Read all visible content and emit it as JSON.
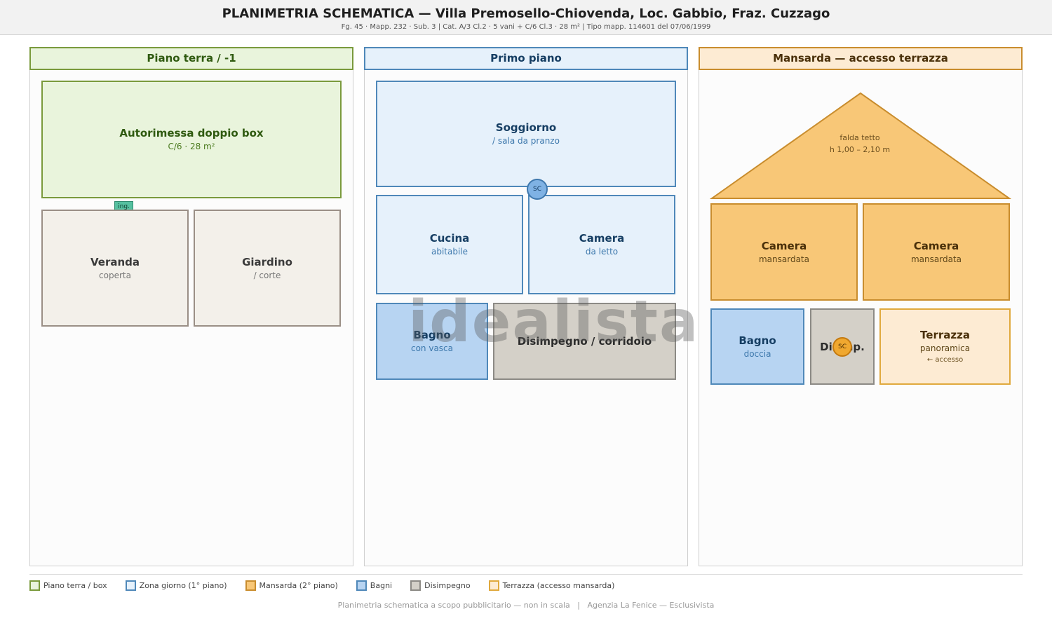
{
  "header": {
    "title": "PLANIMETRIA SCHEMATICA — Villa Premosello-Chiovenda, Loc. Gabbio, Fraz. Cuzzago",
    "subtitle": "Fg. 45 · Mapp. 232 · Sub. 3  |  Cat. A/3 Cl.2 · 5 vani + C/6 Cl.3 · 28 m²  |  Tipo mapp. 114601 del 07/06/1999"
  },
  "panels": {
    "ground": {
      "title": "Piano terra / -1",
      "garage": {
        "name": "Autorimessa doppio box",
        "sub": "C/6 · 28 m²"
      },
      "entrance": "ing.",
      "veranda": {
        "name": "Veranda",
        "sub": "coperta"
      },
      "garden": {
        "name": "Giardino",
        "sub": "/ corte"
      }
    },
    "first": {
      "title": "Primo piano",
      "living": {
        "name": "Soggiorno",
        "sub": "/ sala da pranzo"
      },
      "stairs": "SC",
      "kitchen": {
        "name": "Cucina",
        "sub": "abitabile"
      },
      "bedroom": {
        "name": "Camera",
        "sub": "da letto"
      },
      "bath": {
        "name": "Bagno",
        "sub": "con vasca"
      },
      "hall": {
        "name": "Disimpegno / corridoio"
      }
    },
    "attic": {
      "title": "Mansarda — accesso terrazza",
      "roof": {
        "label": "falda tetto",
        "height": "h 1,00 – 2,10 m"
      },
      "room1": {
        "name": "Camera",
        "sub": "mansardata"
      },
      "room2": {
        "name": "Camera",
        "sub": "mansardata"
      },
      "bath": {
        "name": "Bagno",
        "sub": "doccia"
      },
      "hall": {
        "name": "Disimp."
      },
      "stairs": "SC",
      "terrace": {
        "name": "Terrazza",
        "sub": "panoramica",
        "note": "← accesso"
      }
    }
  },
  "legend": [
    {
      "label": "Piano terra / box",
      "fill": "#e9f4dc",
      "border": "#7a9a3c"
    },
    {
      "label": "Zona giorno (1° piano)",
      "fill": "#e6f1fb",
      "border": "#4f88b9"
    },
    {
      "label": "Mansarda (2° piano)",
      "fill": "#f8c777",
      "border": "#c98d2e"
    },
    {
      "label": "Bagni",
      "fill": "#b7d4f2",
      "border": "#4f88b9"
    },
    {
      "label": "Disimpegno",
      "fill": "#d4d0c8",
      "border": "#8c8a85"
    },
    {
      "label": "Terrazza (accesso mansarda)",
      "fill": "#fdebd3",
      "border": "#e0a93d"
    }
  ],
  "footer": "Planimetria schematica a scopo pubblicitario — non in scala   |   Agenzia La Fenice — Esclusivista",
  "watermark": "idealista"
}
